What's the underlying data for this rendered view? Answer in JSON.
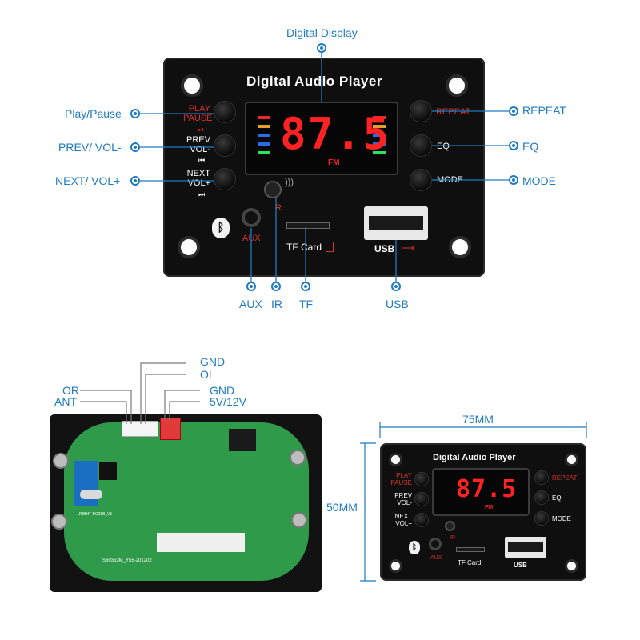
{
  "top_panel": {
    "title": "Digital Audio Player",
    "display_value": "87.5",
    "fm_label": "FM",
    "left_buttons": [
      {
        "label": "PLAY\nPAUSE",
        "icon": "play-pause-icon",
        "red": true
      },
      {
        "label": "PREV\nVOL-",
        "icon": "prev-icon",
        "red": false
      },
      {
        "label": "NEXT\nVOL+",
        "icon": "next-icon",
        "red": false
      }
    ],
    "right_buttons": [
      {
        "label": "REPEAT",
        "red": true
      },
      {
        "label": "EQ",
        "red": false
      },
      {
        "label": "MODE",
        "red": false
      }
    ],
    "ir_label": "IR",
    "aux_label": "AUX",
    "tf_label": "TF Card",
    "usb_label": "USB"
  },
  "callouts": {
    "digital_display": "Digital Display",
    "play_pause": "Play/Pause",
    "prev_vol": "PREV/ VOL-",
    "next_vol": "NEXT/ VOL+",
    "repeat": "REPEAT",
    "eq": "EQ",
    "mode": "MODE",
    "aux": "AUX",
    "ir": "IR",
    "tf": "TF",
    "usb": "USB"
  },
  "pcb": {
    "pins": [
      "GND",
      "OL",
      "OR",
      "ANT",
      "GND",
      "5V/12V"
    ],
    "board_text": "S60353M_Y55-201202",
    "module_text": "JRBHT-BC06B_V1"
  },
  "dimensions": {
    "width_label": "75MM",
    "height_label": "50MM"
  },
  "colors": {
    "callout_blue": "#1f7bc0",
    "panel_black": "#0f0f10",
    "display_red": "#ff2222",
    "pcb_green": "#2f9a4a"
  }
}
